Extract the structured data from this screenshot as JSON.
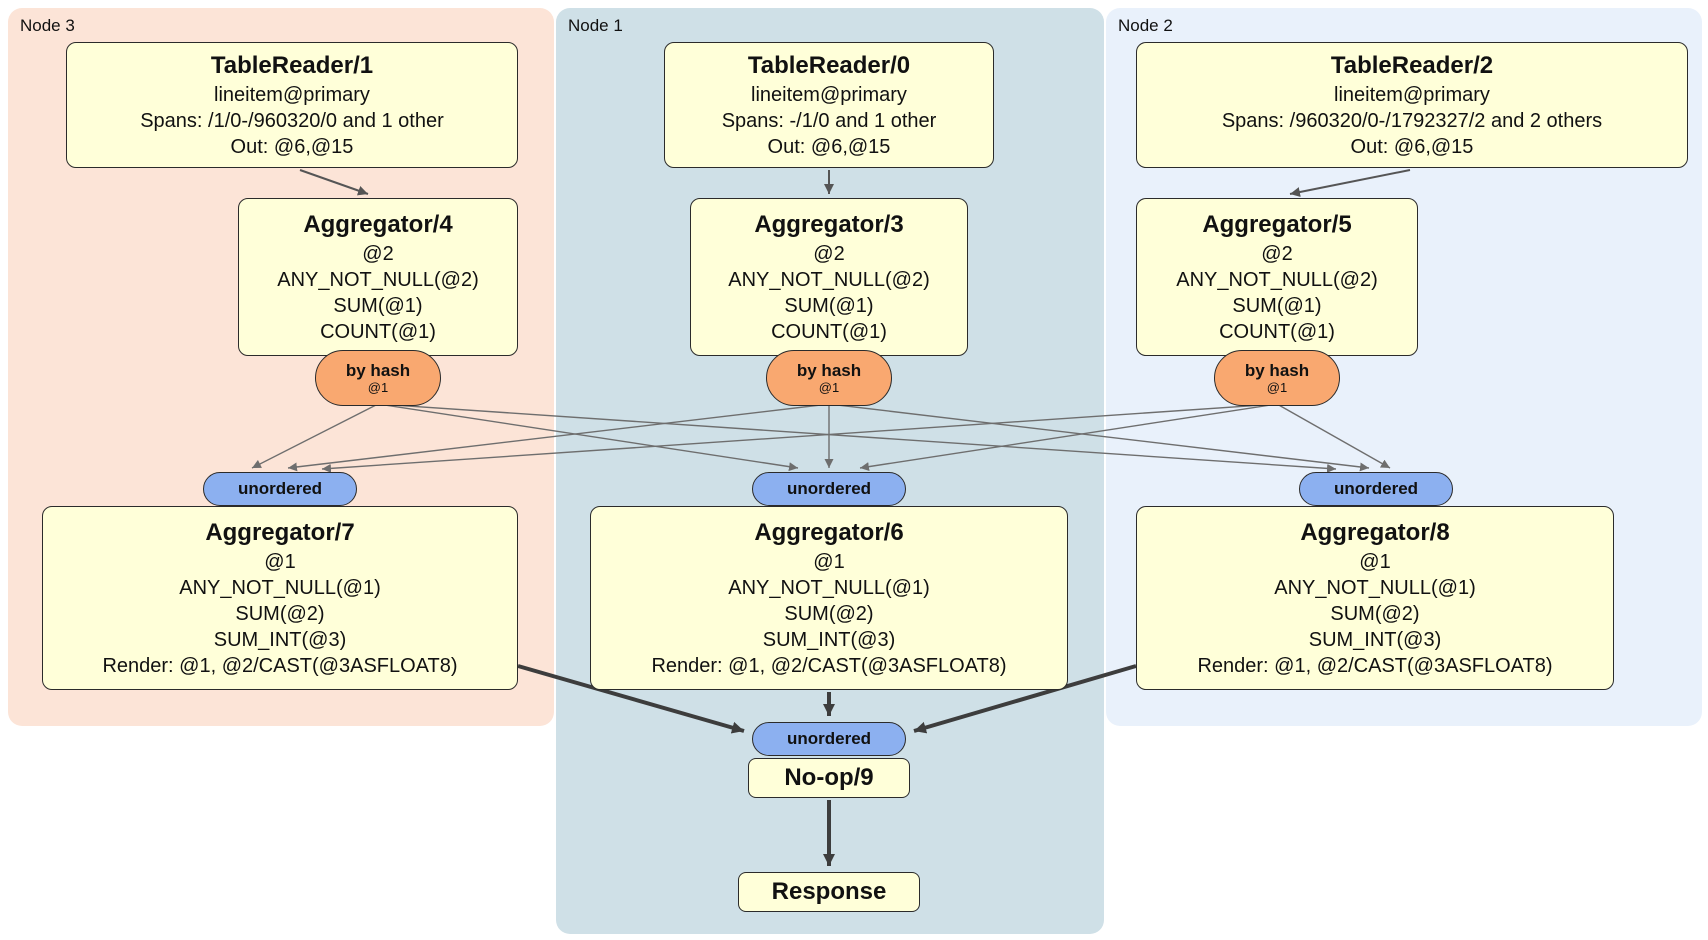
{
  "regions": [
    {
      "id": "node3",
      "label": "Node 3"
    },
    {
      "id": "node1",
      "label": "Node 1"
    },
    {
      "id": "node2",
      "label": "Node 2"
    }
  ],
  "processors": {
    "tablereader1": {
      "title": "TableReader/1",
      "lines": [
        "lineitem@primary",
        "Spans: /1/0-/960320/0 and 1 other",
        "Out: @6,@15"
      ]
    },
    "tablereader0": {
      "title": "TableReader/0",
      "lines": [
        "lineitem@primary",
        "Spans: -/1/0 and 1 other",
        "Out: @6,@15"
      ]
    },
    "tablereader2": {
      "title": "TableReader/2",
      "lines": [
        "lineitem@primary",
        "Spans: /960320/0-/1792327/2 and 2 others",
        "Out: @6,@15"
      ]
    },
    "aggregator4": {
      "title": "Aggregator/4",
      "lines": [
        "@2",
        "ANY_NOT_NULL(@2)",
        "SUM(@1)",
        "COUNT(@1)"
      ]
    },
    "aggregator3": {
      "title": "Aggregator/3",
      "lines": [
        "@2",
        "ANY_NOT_NULL(@2)",
        "SUM(@1)",
        "COUNT(@1)"
      ]
    },
    "aggregator5": {
      "title": "Aggregator/5",
      "lines": [
        "@2",
        "ANY_NOT_NULL(@2)",
        "SUM(@1)",
        "COUNT(@1)"
      ]
    },
    "aggregator7": {
      "title": "Aggregator/7",
      "lines": [
        "@1",
        "ANY_NOT_NULL(@1)",
        "SUM(@2)",
        "SUM_INT(@3)",
        "Render: @1, @2/CAST(@3ASFLOAT8)"
      ]
    },
    "aggregator6": {
      "title": "Aggregator/6",
      "lines": [
        "@1",
        "ANY_NOT_NULL(@1)",
        "SUM(@2)",
        "SUM_INT(@3)",
        "Render: @1, @2/CAST(@3ASFLOAT8)"
      ]
    },
    "aggregator8": {
      "title": "Aggregator/8",
      "lines": [
        "@1",
        "ANY_NOT_NULL(@1)",
        "SUM(@2)",
        "SUM_INT(@3)",
        "Render: @1, @2/CAST(@3ASFLOAT8)"
      ]
    },
    "noop9": {
      "title": "No-op/9"
    },
    "response": {
      "title": "Response"
    }
  },
  "router": {
    "label": "by hash",
    "key": "@1"
  },
  "stream": {
    "label": "unordered"
  },
  "colors": {
    "node3_bg": "#fce4d7",
    "node1_bg": "#cfe0e7",
    "node2_bg": "#e9f1fb",
    "processor_bg": "#ffffd9",
    "router_bg": "#f9a870",
    "stream_bg": "#8cb0f0",
    "edge_thin": "#6e6e6e",
    "edge_thick": "#3d3d3d"
  }
}
